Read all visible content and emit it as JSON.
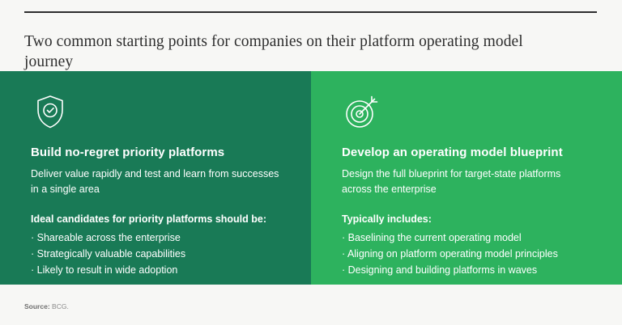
{
  "page": {
    "title": "Two common starting points for companies on their platform operating model journey",
    "source_label": "Source:",
    "source_value": "BCG.",
    "background_color": "#f7f7f5",
    "rule_color": "#2d2d2d"
  },
  "panels": [
    {
      "icon": "shield-check-icon",
      "bg": "#197a56",
      "heading": "Build no-regret priority platforms",
      "body": "Deliver value rapidly and test and learn from successes in a single area",
      "list_title": "Ideal candidates for priority platforms should be:",
      "items": [
        "· Shareable across the enterprise",
        "· Strategically valuable capabilities",
        "· Likely to result in wide adoption"
      ]
    },
    {
      "icon": "target-arrow-icon",
      "bg": "#2db25e",
      "heading": "Develop an operating model blueprint",
      "body": "Design the full blueprint for target-state platforms across the enterprise",
      "list_title": "Typically includes:",
      "items": [
        "· Baselining the current operating model",
        "· Aligning on platform operating model principles",
        "· Designing and building platforms in waves"
      ]
    }
  ]
}
